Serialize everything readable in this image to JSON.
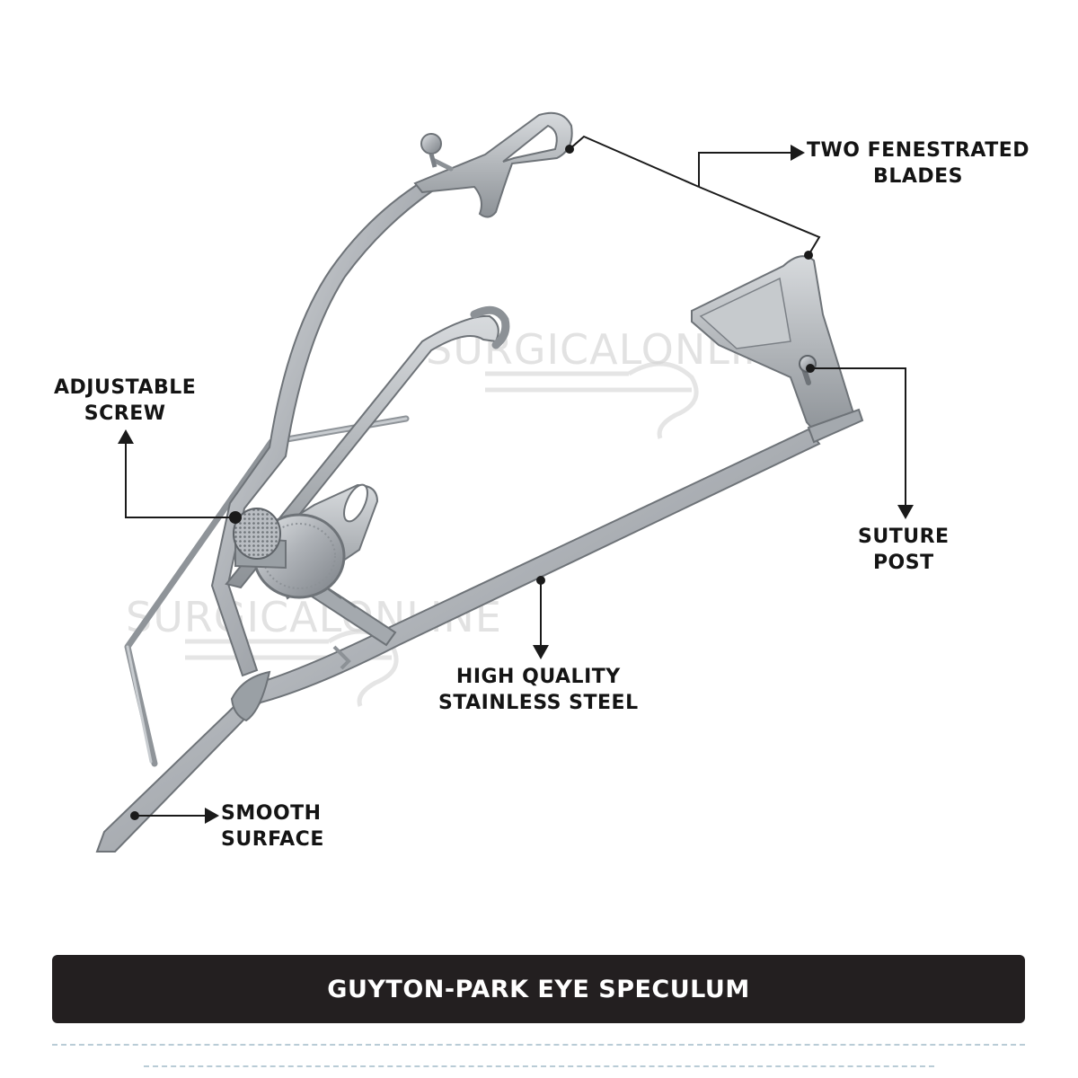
{
  "watermark": {
    "text": "SURGICALONLINE"
  },
  "callouts": {
    "blades": {
      "line1": "TWO FENESTRATED",
      "line2": "BLADES"
    },
    "screw": {
      "line1": "ADJUSTABLE",
      "line2": "SCREW"
    },
    "post": {
      "line1": "SUTURE",
      "line2": "POST"
    },
    "steel": {
      "line1": "HIGH QUALITY",
      "line2": "STAINLESS STEEL"
    },
    "smooth": {
      "line1": "SMOOTH",
      "line2": "SURFACE"
    }
  },
  "product": {
    "title": "GUYTON-PARK EYE SPECULUM"
  },
  "colors": {
    "background": "#ffffff",
    "steel": "#a9adb2",
    "steel_dark": "#6e7378",
    "steel_light": "#dfe2e5",
    "leader": "#1a1a1a",
    "title_bar": "#231f20",
    "title_text": "#ffffff",
    "dashed_rule": "#b9ccd6"
  }
}
